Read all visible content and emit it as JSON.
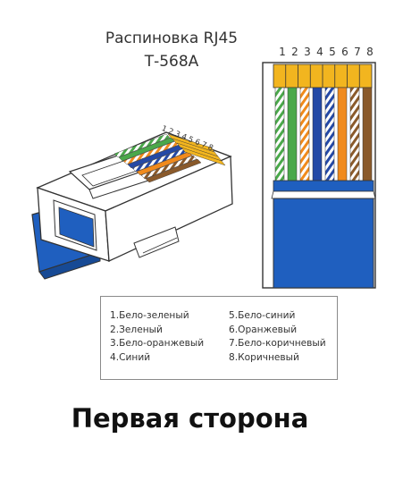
{
  "header": {
    "title_line1": "Распиновка RJ45",
    "title_line2": "Т-568А"
  },
  "pins": {
    "numbers": [
      "1",
      "2",
      "3",
      "4",
      "5",
      "6",
      "7",
      "8"
    ],
    "plug_numbers": [
      "1",
      "2",
      "3",
      "4",
      "5",
      "6",
      "7",
      "8"
    ]
  },
  "wires": [
    {
      "name": "white-green",
      "base": "#ffffff",
      "stripe": "#4aa84a"
    },
    {
      "name": "green",
      "base": "#4aa84a",
      "stripe": "#4aa84a"
    },
    {
      "name": "white-orange",
      "base": "#ffffff",
      "stripe": "#f08a1c"
    },
    {
      "name": "blue",
      "base": "#2449a6",
      "stripe": "#2449a6"
    },
    {
      "name": "white-blue",
      "base": "#ffffff",
      "stripe": "#2449a6"
    },
    {
      "name": "orange",
      "base": "#f08a1c",
      "stripe": "#f08a1c"
    },
    {
      "name": "white-brown",
      "base": "#ffffff",
      "stripe": "#8a5a2b"
    },
    {
      "name": "brown",
      "base": "#8a5a2b",
      "stripe": "#8a5a2b"
    }
  ],
  "colors": {
    "cable": "#1f5fbf",
    "contact": "#f2b51f",
    "outline": "#333333"
  },
  "legend": {
    "left": [
      "1.Бело-зеленый",
      "2.Зеленый",
      "3.Бело-оранжевый",
      "4.Синий"
    ],
    "right": [
      "5.Бело-синий",
      "6.Оранжевый",
      "7.Бело-коричневый",
      "8.Коричневый"
    ]
  },
  "caption": "Первая сторона"
}
